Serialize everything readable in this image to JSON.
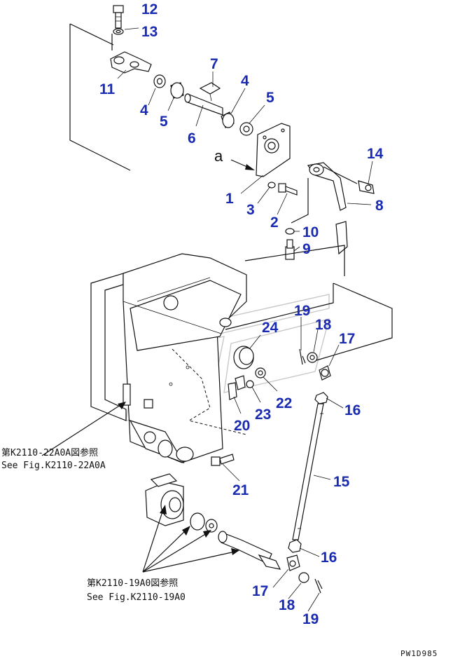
{
  "callouts": [
    {
      "id": "c12a",
      "text": "12"
    },
    {
      "id": "c13a",
      "text": "13"
    },
    {
      "id": "c11",
      "text": "11"
    },
    {
      "id": "c4a",
      "text": "4"
    },
    {
      "id": "c5a",
      "text": "5"
    },
    {
      "id": "c7",
      "text": "7"
    },
    {
      "id": "c6",
      "text": "6"
    },
    {
      "id": "c4b",
      "text": "4"
    },
    {
      "id": "c5b",
      "text": "5"
    },
    {
      "id": "c1",
      "text": "1"
    },
    {
      "id": "c3",
      "text": "3"
    },
    {
      "id": "c2",
      "text": "2"
    },
    {
      "id": "c14",
      "text": "14"
    },
    {
      "id": "c8",
      "text": "8"
    },
    {
      "id": "c10",
      "text": "10"
    },
    {
      "id": "c9",
      "text": "9"
    },
    {
      "id": "c24",
      "text": "24"
    },
    {
      "id": "c19a",
      "text": "19"
    },
    {
      "id": "c18a",
      "text": "18"
    },
    {
      "id": "c17a",
      "text": "17"
    },
    {
      "id": "c16a",
      "text": "16"
    },
    {
      "id": "c22",
      "text": "22"
    },
    {
      "id": "c23",
      "text": "23"
    },
    {
      "id": "c20",
      "text": "20"
    },
    {
      "id": "c21",
      "text": "21"
    },
    {
      "id": "c15",
      "text": "15"
    },
    {
      "id": "c16b",
      "text": "16"
    },
    {
      "id": "c17b",
      "text": "17"
    },
    {
      "id": "c18b",
      "text": "18"
    },
    {
      "id": "c19b",
      "text": "19"
    }
  ],
  "view_label": "a",
  "references": {
    "upper_jp": "第K2110-22A0A図参照",
    "upper_en": "See Fig.K2110-22A0A",
    "lower_jp": "第K2110-19A0図参照",
    "lower_en": "See Fig.K2110-19A0"
  },
  "drawing_code": "PW1D985",
  "colors": {
    "callout": "#1a2bb3",
    "line": "#111111"
  }
}
